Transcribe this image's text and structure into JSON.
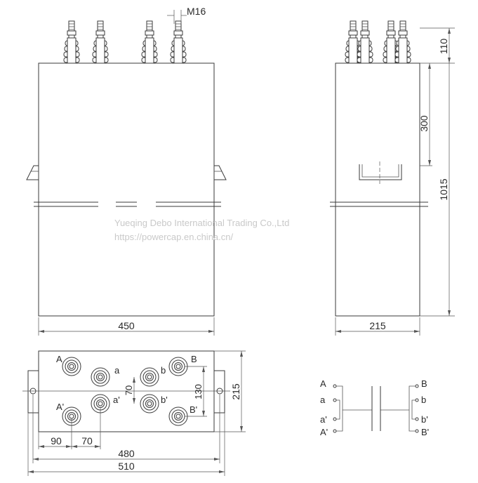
{
  "dimensions": {
    "thread": "M16",
    "front_width": "450",
    "side_terminal_height": "110",
    "side_bracket_height": "300",
    "side_total_height": "1015",
    "side_width": "215",
    "top_length_inner": "480",
    "top_length_outer": "510",
    "top_width": "215",
    "terminal_spacing_y_outer": "130",
    "terminal_spacing_y_inner": "70",
    "terminal_spacing_x_first": "90",
    "terminal_spacing_x_second": "70"
  },
  "terminal_labels": {
    "A": "A",
    "a": "a",
    "a_prime": "a'",
    "A_prime": "A'",
    "B": "B",
    "b": "b",
    "b_prime": "b'",
    "B_prime": "B'"
  },
  "watermark": {
    "company": "Yueqing Debo International Trading Co.,Ltd",
    "url": "https://powercap.en.china.cn/"
  }
}
